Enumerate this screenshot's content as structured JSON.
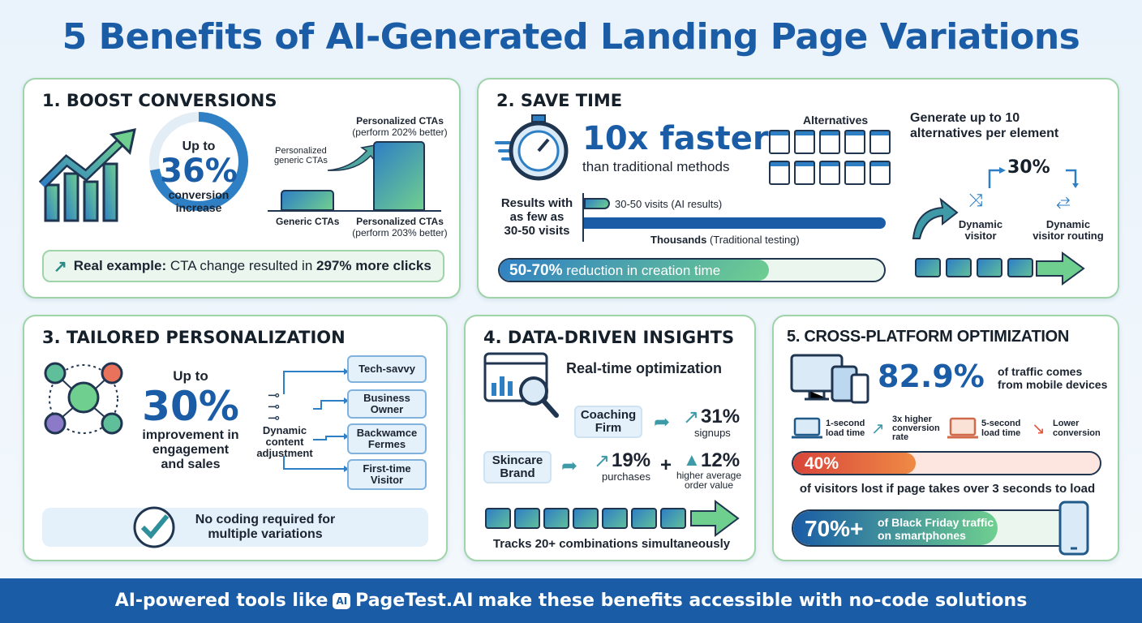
{
  "title": "5 Benefits of AI-Generated Landing Page Variations",
  "p1": {
    "heading": "1. BOOST CONVERSIONS",
    "up_to": "Up to",
    "percent": "36%",
    "ring_fill_pct": 36,
    "label1": "conversion",
    "label2": "increase",
    "top_label": "Personalized CTAs",
    "top_sub": "(perform 202% better)",
    "arrow_label1": "Personalized",
    "arrow_label2": "generic CTAs",
    "bar1_label": "Generic CTAs",
    "bar2_label": "Personalized CTAs",
    "bar2_sub": "(perform 203% better)",
    "example_prefix": "Real example:",
    "example_text": " CTA change resulted in ",
    "example_value": "297% more clicks"
  },
  "p2": {
    "heading": "2. SAVE TIME",
    "faster": "10x faster",
    "faster_sub": "than traditional methods",
    "alternatives": "Alternatives",
    "generate": "Generate up to 10 alternatives per element",
    "results1": "Results with",
    "results2": "as few as",
    "results3": "30-50 visits",
    "ai_bar": "30-50 visits (AI results)",
    "trad_bar_b": "Thousands",
    "trad_bar": " (Traditional testing)",
    "reduction_value": "50-70%",
    "reduction_text": " reduction in creation time",
    "reduction_fill_pct": 70,
    "routing_pct": "30%",
    "dyn_visitor1": "Dynamic",
    "dyn_visitor2": "visitor",
    "dyn_routing1": "Dynamic",
    "dyn_routing2": "visitor routing"
  },
  "p3": {
    "heading": "3. TAILORED PERSONALIZATION",
    "up_to": "Up to",
    "percent": "30%",
    "l1": "improvement in",
    "l2": "engagement",
    "l3": "and sales",
    "dyn1": "Dynamic",
    "dyn2": "content",
    "dyn3": "adjustment",
    "segments": [
      [
        "Tech-savvy"
      ],
      [
        "Business",
        "Owner"
      ],
      [
        "Backwamce",
        "Fermes"
      ],
      [
        "First-time",
        "Visitor"
      ]
    ],
    "nocode1": "No coding required for",
    "nocode2": "multiple variations"
  },
  "p4": {
    "heading": "4. DATA-DRIVEN INSIGHTS",
    "realtime": "Real-time optimization",
    "coach1": "Coaching",
    "coach2": "Firm",
    "coach_val": "31%",
    "coach_lbl": "signups",
    "skin1": "Skincare",
    "skin2": "Brand",
    "skin_val": "19%",
    "skin_lbl": "purchases",
    "plus": "+",
    "aov_val": "12%",
    "aov_lbl1": "higher average",
    "aov_lbl2": "order value",
    "tracks": "Tracks 20+ combinations simultaneously"
  },
  "p5": {
    "heading": "5. CROSS-PLATFORM OPTIMIZATION",
    "mobile_val": "82.9%",
    "mobile_l1": "of traffic comes",
    "mobile_l2": "from mobile devices",
    "fast1": "1-second",
    "fast2": "load time",
    "hi1": "3x higher",
    "hi2": "conversion",
    "hi3": "rate",
    "slow1": "5-second",
    "slow2": "load time",
    "lo1": "Lower",
    "lo2": "conversion",
    "lost_val": "40%",
    "lost_fill_pct": 40,
    "lost_text": "of visitors lost if page takes over 3 seconds to load",
    "bf_val": "70%+",
    "bf_l1": "of Black Friday traffic",
    "bf_l2": "on smartphones",
    "bf_fill_pct": 70
  },
  "footer": {
    "prefix": "AI-powered tools like",
    "brand": "PageTest.AI",
    "suffix": "make these benefits accessible with no-code solutions",
    "logo_text": "AI"
  },
  "colors": {
    "brand_blue": "#1a5ca6",
    "green": "#6fcf8f",
    "orange": "#e8553a",
    "border": "#9fd3a8"
  }
}
